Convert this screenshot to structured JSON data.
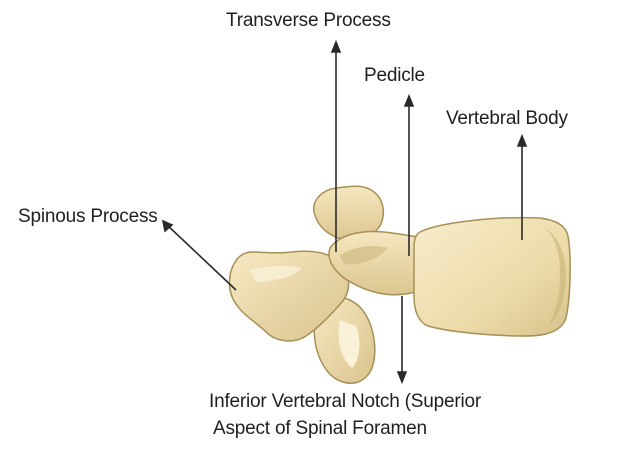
{
  "diagram": {
    "labels": {
      "transverse_process": "Transverse Process",
      "pedicle": "Pedicle",
      "vertebral_body": "Vertebral Body",
      "spinous_process": "Spinous Process",
      "inferior_notch_line1": "Inferior Vertebral Notch (Superior",
      "inferior_notch_line2": "Aspect of Spinal Foramen"
    },
    "colors": {
      "bone_fill": "#eddcaa",
      "bone_highlight": "#f7eccb",
      "bone_shadow": "#c9b37a",
      "bone_outline": "#a78f57",
      "leader_line": "#2a2a2a",
      "label_text": "#1f1f1f",
      "background": "#ffffff"
    }
  }
}
